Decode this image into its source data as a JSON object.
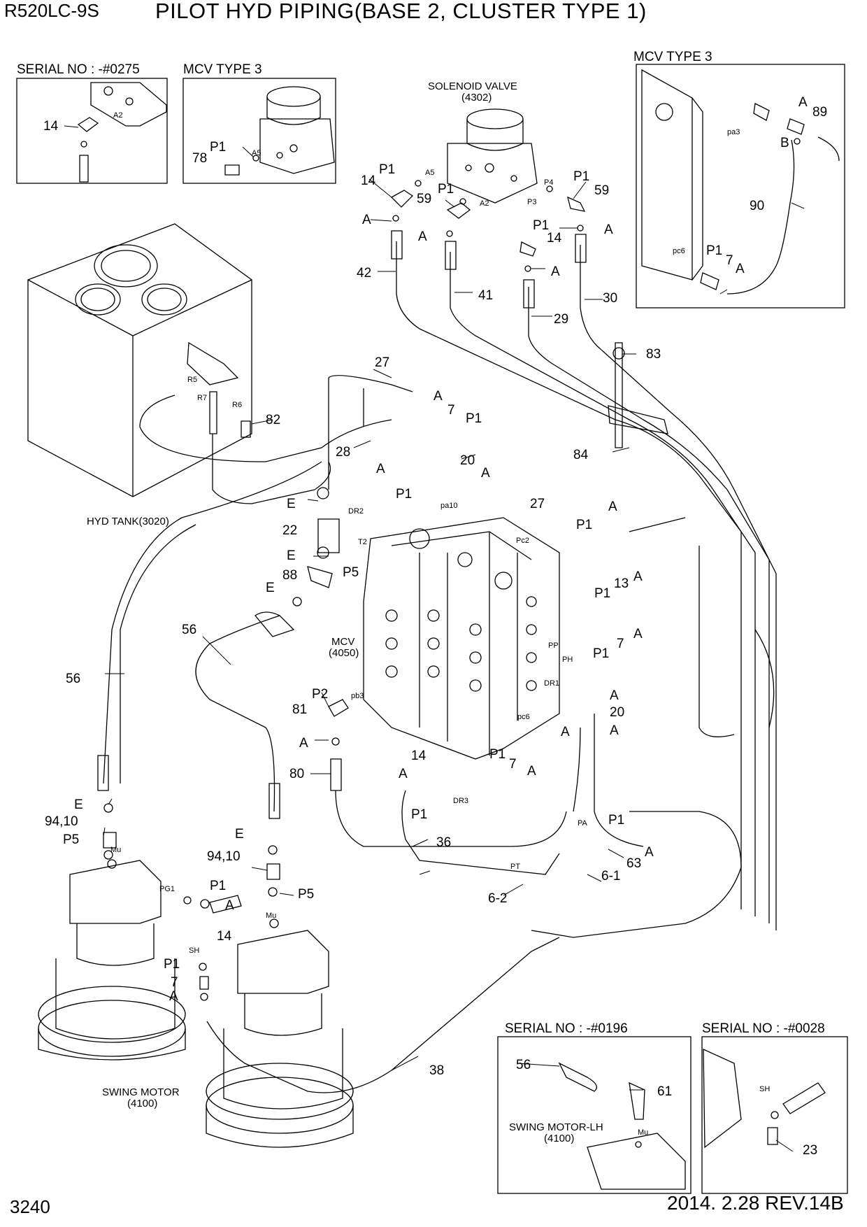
{
  "header": {
    "model": "R520LC-9S",
    "title": "PILOT HYD PIPING(BASE 2, CLUSTER TYPE 1)"
  },
  "footer": {
    "page_number": "3240",
    "date_rev": "2014. 2.28  REV.14B"
  },
  "inset_boxes": {
    "serial_0275": "SERIAL NO : -#0275",
    "mcv_type3_a": "MCV TYPE 3",
    "mcv_type3_b": "MCV TYPE 3",
    "serial_0196": "SERIAL NO : -#0196",
    "serial_0028": "SERIAL NO : -#0028"
  },
  "components": {
    "solenoid_valve": "SOLENOID VALVE",
    "solenoid_code": "(4302)",
    "hyd_tank": "HYD TANK(3020)",
    "mcv": "MCV",
    "mcv_code": "(4050)",
    "swing_motor": "SWING MOTOR",
    "swing_motor_code": "(4100)",
    "swing_motor_lh": "SWING MOTOR-LH",
    "swing_motor_lh_code": "(4100)"
  },
  "callouts": [
    {
      "id": "c1",
      "text": "14"
    },
    {
      "id": "c2",
      "text": "A2"
    },
    {
      "id": "c3",
      "text": "P1"
    },
    {
      "id": "c4",
      "text": "78"
    },
    {
      "id": "c5",
      "text": "A5"
    },
    {
      "id": "c6",
      "text": "pa3"
    },
    {
      "id": "c7",
      "text": "A"
    },
    {
      "id": "c8",
      "text": "89"
    },
    {
      "id": "c9",
      "text": "B"
    },
    {
      "id": "c10",
      "text": "90"
    },
    {
      "id": "c11",
      "text": "pc6"
    },
    {
      "id": "c12",
      "text": "P1"
    },
    {
      "id": "c13",
      "text": "7"
    },
    {
      "id": "c14",
      "text": "A"
    },
    {
      "id": "c15",
      "text": "P1"
    },
    {
      "id": "c16",
      "text": "14"
    },
    {
      "id": "c17",
      "text": "A5"
    },
    {
      "id": "c18",
      "text": "P1"
    },
    {
      "id": "c19",
      "text": "59"
    },
    {
      "id": "c20",
      "text": "A2"
    },
    {
      "id": "c21",
      "text": "P4"
    },
    {
      "id": "c22",
      "text": "P3"
    },
    {
      "id": "c23",
      "text": "P1"
    },
    {
      "id": "c24",
      "text": "59"
    },
    {
      "id": "c25",
      "text": "A"
    },
    {
      "id": "c26",
      "text": "A"
    },
    {
      "id": "c27",
      "text": "P1"
    },
    {
      "id": "c28",
      "text": "14"
    },
    {
      "id": "c29",
      "text": "A"
    },
    {
      "id": "c30",
      "text": "A"
    },
    {
      "id": "c31",
      "text": "42"
    },
    {
      "id": "c32",
      "text": "41"
    },
    {
      "id": "c33",
      "text": "29"
    },
    {
      "id": "c34",
      "text": "30"
    },
    {
      "id": "c35",
      "text": "83"
    },
    {
      "id": "c36",
      "text": "27"
    },
    {
      "id": "c37",
      "text": "A"
    },
    {
      "id": "c38",
      "text": "7"
    },
    {
      "id": "c39",
      "text": "P1"
    },
    {
      "id": "c40",
      "text": "R5"
    },
    {
      "id": "c41",
      "text": "R7"
    },
    {
      "id": "c42",
      "text": "R6"
    },
    {
      "id": "c43",
      "text": "82"
    },
    {
      "id": "c44",
      "text": "28"
    },
    {
      "id": "c45",
      "text": "20"
    },
    {
      "id": "c46",
      "text": "A"
    },
    {
      "id": "c47",
      "text": "A"
    },
    {
      "id": "c48",
      "text": "84"
    },
    {
      "id": "c49",
      "text": "E"
    },
    {
      "id": "c50",
      "text": "P1"
    },
    {
      "id": "c51",
      "text": "pa10"
    },
    {
      "id": "c52",
      "text": "DR2"
    },
    {
      "id": "c53",
      "text": "27"
    },
    {
      "id": "c54",
      "text": "A"
    },
    {
      "id": "c55",
      "text": "P1"
    },
    {
      "id": "c56",
      "text": "22"
    },
    {
      "id": "c57",
      "text": "T2"
    },
    {
      "id": "c58",
      "text": "E"
    },
    {
      "id": "c59",
      "text": "P5"
    },
    {
      "id": "c60",
      "text": "Pc2"
    },
    {
      "id": "c61",
      "text": "88"
    },
    {
      "id": "c62",
      "text": "E"
    },
    {
      "id": "c63",
      "text": "A"
    },
    {
      "id": "c64",
      "text": "P1"
    },
    {
      "id": "c65",
      "text": "13"
    },
    {
      "id": "c66",
      "text": "56"
    },
    {
      "id": "c67",
      "text": "A"
    },
    {
      "id": "c68",
      "text": "P1"
    },
    {
      "id": "c69",
      "text": "7"
    },
    {
      "id": "c70",
      "text": "PP"
    },
    {
      "id": "c71",
      "text": "PH"
    },
    {
      "id": "c72",
      "text": "56"
    },
    {
      "id": "c73",
      "text": "DR1"
    },
    {
      "id": "c74",
      "text": "P2"
    },
    {
      "id": "c75",
      "text": "pb3"
    },
    {
      "id": "c76",
      "text": "A"
    },
    {
      "id": "c77",
      "text": "81"
    },
    {
      "id": "c78",
      "text": "20"
    },
    {
      "id": "c79",
      "text": "A"
    },
    {
      "id": "c80",
      "text": "A"
    },
    {
      "id": "c81",
      "text": "pc6"
    },
    {
      "id": "c82",
      "text": "A"
    },
    {
      "id": "c83",
      "text": "P1"
    },
    {
      "id": "c84",
      "text": "7"
    },
    {
      "id": "c85",
      "text": "A"
    },
    {
      "id": "c86",
      "text": "14"
    },
    {
      "id": "c87",
      "text": "A"
    },
    {
      "id": "c88",
      "text": "80"
    },
    {
      "id": "c89",
      "text": "DR3"
    },
    {
      "id": "c90",
      "text": "E"
    },
    {
      "id": "c91",
      "text": "P1"
    },
    {
      "id": "c92",
      "text": "94,10"
    },
    {
      "id": "c93",
      "text": "P1"
    },
    {
      "id": "c94",
      "text": "PA"
    },
    {
      "id": "c95",
      "text": "P5"
    },
    {
      "id": "c96",
      "text": "Mu"
    },
    {
      "id": "c97",
      "text": "36"
    },
    {
      "id": "c98",
      "text": "A"
    },
    {
      "id": "c99",
      "text": "E"
    },
    {
      "id": "c100",
      "text": "63"
    },
    {
      "id": "c101",
      "text": "94,10"
    },
    {
      "id": "c102",
      "text": "PT"
    },
    {
      "id": "c103",
      "text": "6-1"
    },
    {
      "id": "c104",
      "text": "P1"
    },
    {
      "id": "c105",
      "text": "PG1"
    },
    {
      "id": "c106",
      "text": "P5"
    },
    {
      "id": "c107",
      "text": "6-2"
    },
    {
      "id": "c108",
      "text": "A"
    },
    {
      "id": "c109",
      "text": "Mu"
    },
    {
      "id": "c110",
      "text": "14"
    },
    {
      "id": "c111",
      "text": "SH"
    },
    {
      "id": "c112",
      "text": "P1"
    },
    {
      "id": "c113",
      "text": "7"
    },
    {
      "id": "c114",
      "text": "A"
    },
    {
      "id": "c115",
      "text": "38"
    },
    {
      "id": "c116",
      "text": "56"
    },
    {
      "id": "c117",
      "text": "61"
    },
    {
      "id": "c118",
      "text": "Mu"
    },
    {
      "id": "c119",
      "text": "SH"
    },
    {
      "id": "c120",
      "text": "23"
    }
  ]
}
